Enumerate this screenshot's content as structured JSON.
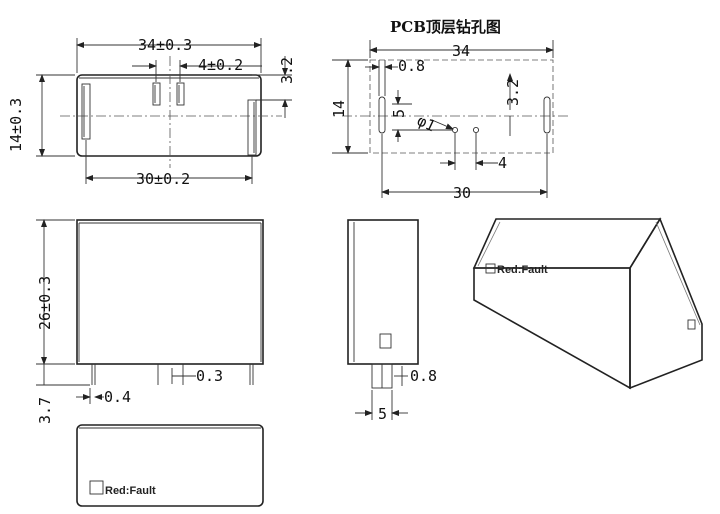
{
  "pcb_title": "PCB顶层钻孔图",
  "brand_text": "Red:Fault",
  "top_view": {
    "overall_width": "34±0.3",
    "pin_pitch": "4±0.2",
    "edge_gap": "3.2",
    "overall_depth": "14±0.3",
    "pin_span": "30±0.2"
  },
  "pcb_view": {
    "board_width": "34",
    "hole_width": "0.8",
    "hole_offset": "3.2",
    "board_depth": "14",
    "hole_spacing_v": "5",
    "hole_diameter": "φ1",
    "hole_pitch": "4",
    "pin_span": "30"
  },
  "front_view": {
    "height": "26±0.3",
    "pin_width": "0.3",
    "pin_length": "3.7",
    "pin_thickness": "0.4"
  },
  "side_view": {
    "pin_thickness": "0.8",
    "pin_offset": "5"
  }
}
